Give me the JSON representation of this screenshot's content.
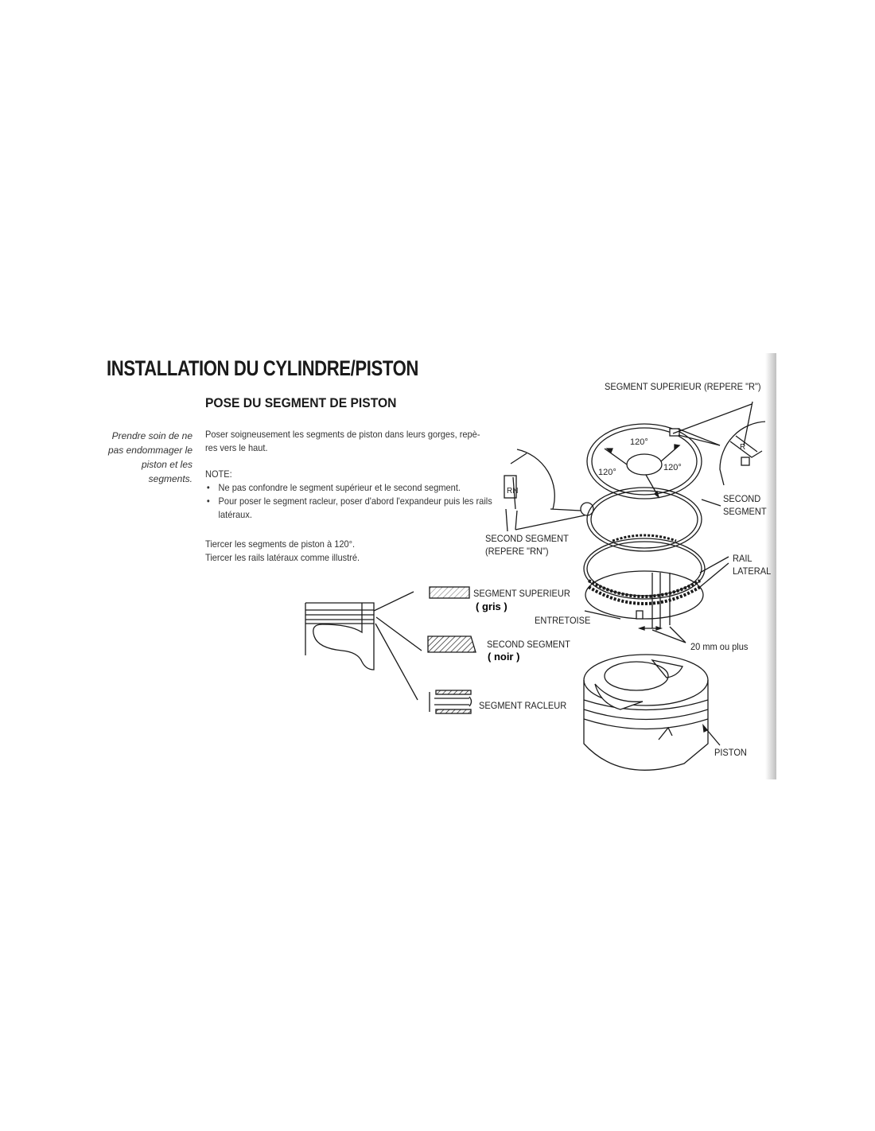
{
  "header": {
    "title": "INSTALLATION DU CYLINDRE/PISTON",
    "section": "POSE DU SEGMENT DE PISTON"
  },
  "side_note": "Prendre soin de ne pas endommager le piston et les segments.",
  "body": {
    "intro": "Poser soigneusement les segments de piston dans leurs gorges, repè-res vers le haut.",
    "note_label": "NOTE:",
    "bullets": [
      "Ne pas confondre le segment supérieur et le second segment.",
      "Pour poser le segment racleur, poser d'abord l'expandeur puis les rails latéraux."
    ],
    "stagger_1": "Tiercer les segments de piston à 120°.",
    "stagger_2": "Tiercer les rails latéraux comme illustré."
  },
  "diagram": {
    "labels": {
      "top_ring_mark": "SEGMENT SUPERIEUR (REPERE \"R\")",
      "second_ring": "SECOND SEGMENT",
      "second_ring_line1": "SECOND",
      "second_ring_line2": "SEGMENT",
      "second_ring_mark_line1": "SECOND SEGMENT",
      "second_ring_mark_line2": "(REPERE \"RN\")",
      "side_rail_line1": "RAIL",
      "side_rail_line2": "LATERAL",
      "spacer": "ENTRETOISE",
      "gap": "20 mm ou plus",
      "top_ring": "SEGMENT SUPERIEUR",
      "top_ring_color": "( gris )",
      "second_ring_color": "( noir )",
      "oil_ring": "SEGMENT RACLEUR",
      "piston": "PISTON"
    },
    "angles": [
      "120°",
      "120°",
      "120°"
    ],
    "marks": {
      "r": "R",
      "rn": "RN"
    }
  }
}
